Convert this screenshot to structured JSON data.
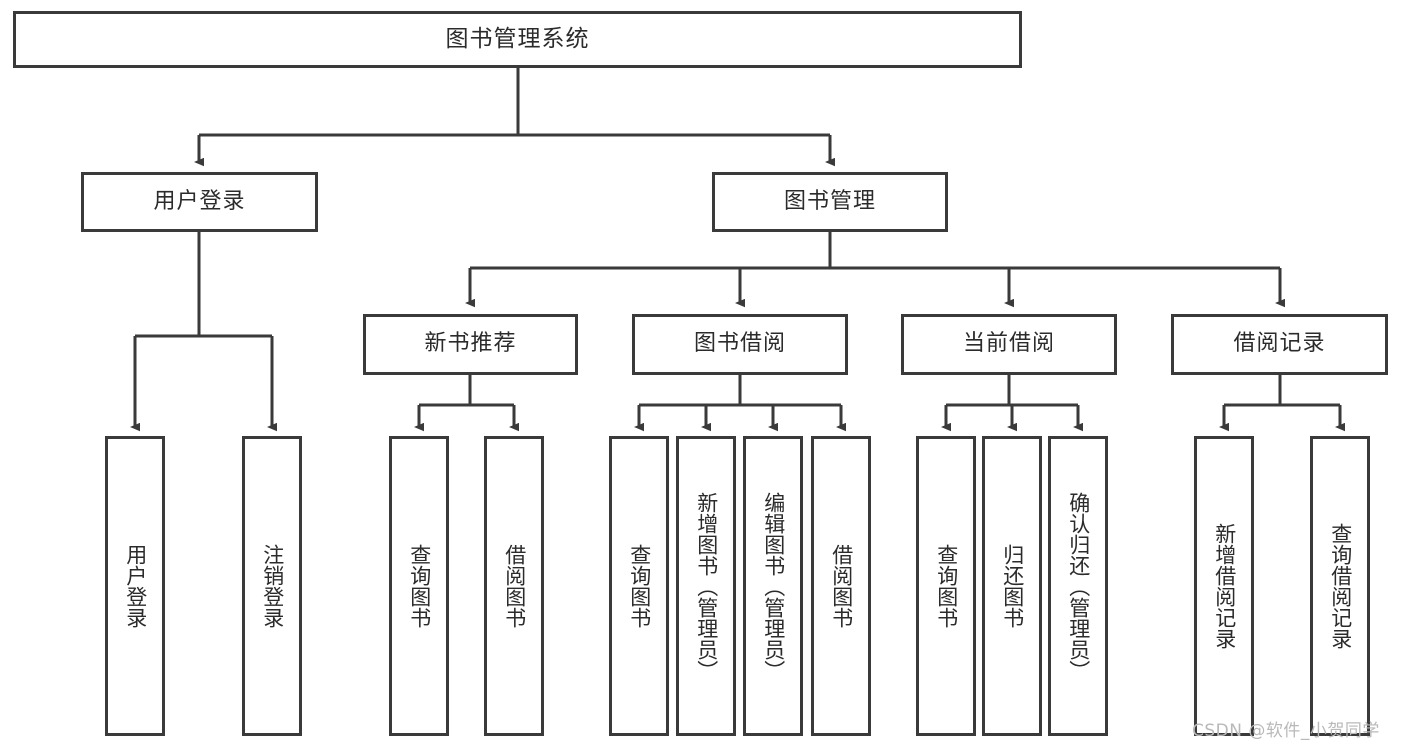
{
  "diagram": {
    "title": "图书管理系统",
    "type": "tree-hierarchy",
    "root": {
      "label": "图书管理系统"
    },
    "level2": [
      {
        "label": "用户登录"
      },
      {
        "label": "图书管理"
      }
    ],
    "level3": [
      {
        "label": "新书推荐"
      },
      {
        "label": "图书借阅"
      },
      {
        "label": "当前借阅"
      },
      {
        "label": "借阅记录"
      }
    ],
    "leaves": {
      "user_login": [
        {
          "label": "用户登录"
        },
        {
          "label": "注销登录"
        }
      ],
      "new_book_recommend": [
        {
          "label": "查询图书"
        },
        {
          "label": "借阅图书"
        }
      ],
      "book_borrow": [
        {
          "label": "查询图书"
        },
        {
          "label": "新增图书（管理员）"
        },
        {
          "label": "编辑图书（管理员）"
        },
        {
          "label": "借阅图书"
        }
      ],
      "current_borrow": [
        {
          "label": "查询图书"
        },
        {
          "label": "归还图书"
        },
        {
          "label": "确认归还（管理员）"
        }
      ],
      "borrow_record": [
        {
          "label": "新增借阅记录"
        },
        {
          "label": "查询借阅记录"
        }
      ]
    }
  },
  "watermark": {
    "text": "CSDN @软件_小贺同学"
  },
  "colors": {
    "stroke": "#3a3a3a",
    "text": "#2b2b2b",
    "background": "#ffffff",
    "watermark": "#b9b9b9"
  }
}
